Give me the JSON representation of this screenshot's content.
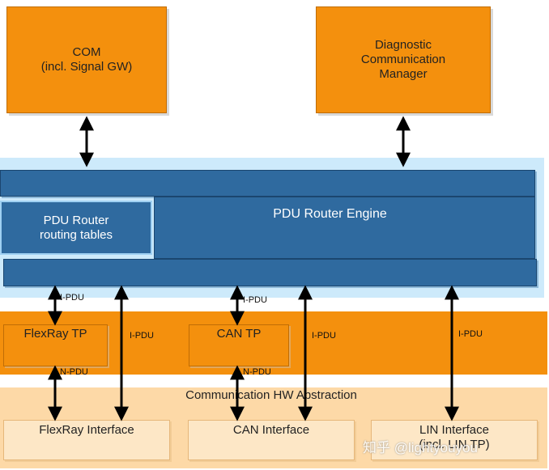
{
  "modules": {
    "com": "COM\n(incl. Signal GW)",
    "dcm": "Diagnostic\nCommunication\nManager"
  },
  "pdu_router": {
    "engine": "PDU Router Engine",
    "routing_tables": "PDU Router\nrouting tables"
  },
  "tp_layer": {
    "flexray_tp": "FlexRay TP",
    "can_tp": "CAN TP"
  },
  "hw_abstraction": {
    "title": "Communication HW Abstraction",
    "flexray_interface": "FlexRay Interface",
    "can_interface": "CAN Interface",
    "lin_interface": "LIN Interface\n(incl. LIN TP)"
  },
  "labels": {
    "ipdu": "I-PDU",
    "npdu": "N-PDU"
  },
  "watermark": "知乎 @lightyouyou",
  "colors": {
    "orange": "#f4900d",
    "blue": "#2f6a9f",
    "light_blue": "#cdeafb",
    "light_orange": "#fdd9a7"
  }
}
